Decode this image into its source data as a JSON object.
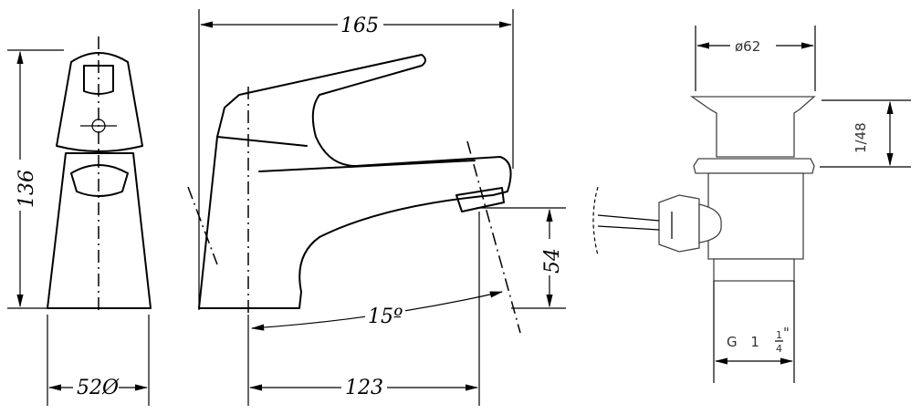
{
  "drawing": {
    "front_view": {
      "height_label": "136",
      "width_label": "52Ø"
    },
    "side_view": {
      "length_label": "165",
      "spout_label": "123",
      "angle_label": "15º",
      "spout_height_label": "54"
    },
    "waste_view": {
      "diameter_label": "ø62",
      "height_label": "1/48",
      "thread_label": "G 1",
      "thread_fraction_num": "1",
      "thread_fraction_den": "4",
      "thread_inch": "\""
    }
  }
}
